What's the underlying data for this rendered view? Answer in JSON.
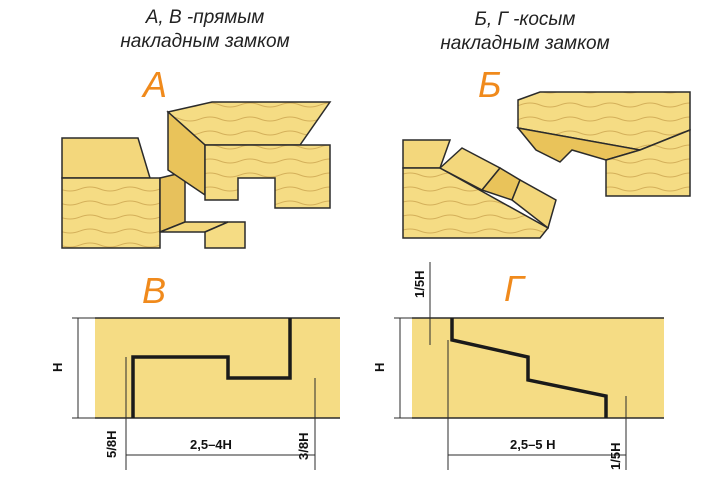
{
  "captions": {
    "left_line1": "А, В -прямым",
    "left_line2": "накладным замком",
    "right_line1": "Б, Г -косым",
    "right_line2": "накладным замком"
  },
  "letters": {
    "a": "А",
    "b": "Б",
    "v": "В",
    "g": "Г"
  },
  "dimensions": {
    "left_height": "H",
    "left_bottom_left": "5/8H",
    "left_span": "2,5–4H",
    "left_bottom_right": "3/8H",
    "right_top": "1/5H",
    "right_height": "H",
    "right_span": "2,5–5 H",
    "right_bottom_right": "1/5H"
  },
  "colors": {
    "wood": "#f5dc84",
    "wood_dark": "#e9c35a",
    "grain": "#c9a04a",
    "outline": "#2b2b2b",
    "letter": "#f08a1c"
  }
}
